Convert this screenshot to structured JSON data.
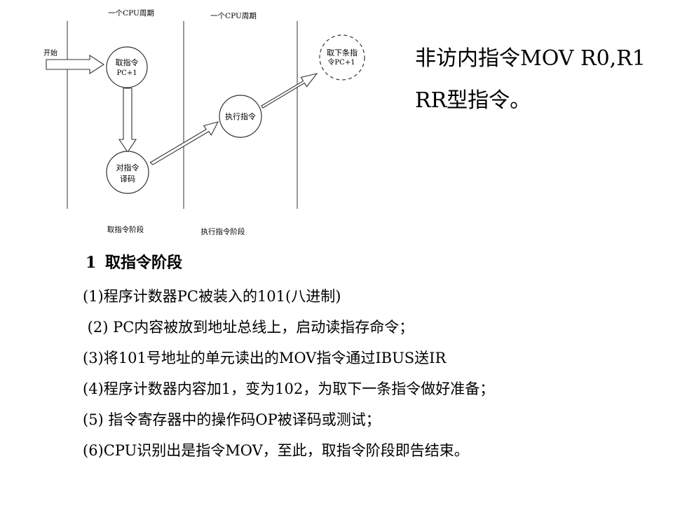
{
  "diagram": {
    "cycle_labels": [
      "一个CPU周期",
      "一个CPU周期"
    ],
    "start_label": "开始",
    "nodes": {
      "fetch": [
        "取指令",
        "PC+1"
      ],
      "decode": [
        "对指令",
        "译码"
      ],
      "execute": [
        "执行指令"
      ],
      "next": [
        "取下条指",
        "令PC+1"
      ]
    },
    "phase_labels": [
      "取指令阶段",
      "执行指令阶段"
    ]
  },
  "side_text": {
    "line1": "非访内指令MOV R0,R1",
    "line2": "RR型指令。"
  },
  "section": {
    "number": "1",
    "title": "取指令阶段",
    "steps": [
      "(1)程序计数器PC被装入的101(八进制)",
      " (2) PC内容被放到地址总线上，启动读指存命令；",
      "(3)将101号地址的单元读出的MOV指令通过IBUS送IR",
      "(4)程序计数器内容加1，变为102，为取下一条指令做好准备；",
      "(5) 指令寄存器中的操作码OP被译码或测试；",
      "(6)CPU识别出是指令MOV，至此，取指令阶段即告结束。"
    ]
  }
}
